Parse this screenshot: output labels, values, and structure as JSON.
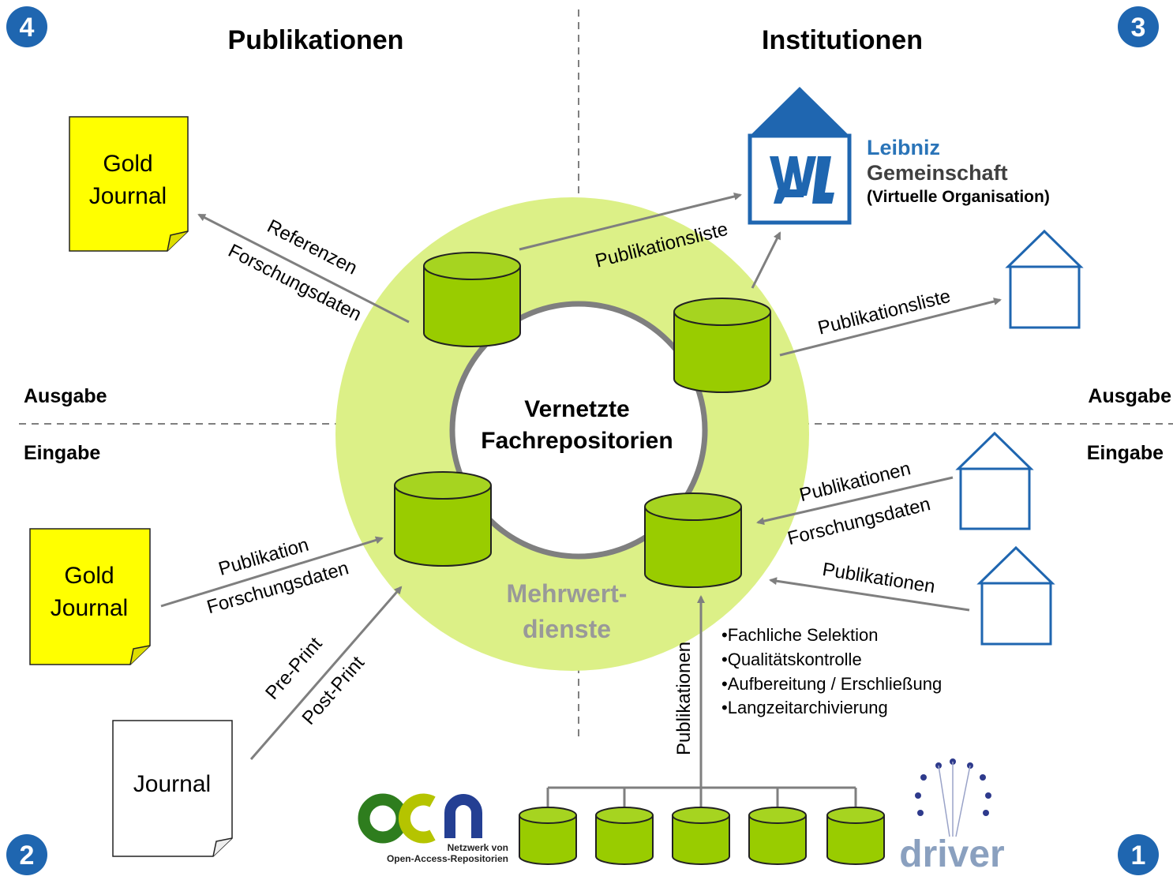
{
  "colors": {
    "ring": "#dcf087",
    "cylinder_fill": "#99cc00",
    "cylinder_top": "#a6d420",
    "cylinder_stroke": "#222222",
    "arrow": "#7f7f7f",
    "inner_ring": "#7f7f7f",
    "house": "#1f66b0",
    "badge": "#1f66b0",
    "gold": "#ffff00",
    "leibniz_blue": "#2a74b8",
    "leibniz_grey": "#404040",
    "center_label": "#999999"
  },
  "badges": {
    "top_left": "4",
    "top_right": "3",
    "bottom_left": "2",
    "bottom_right": "1"
  },
  "headings": {
    "left": "Publikationen",
    "right": "Institutionen"
  },
  "side_labels": {
    "ausgabe_left": "Ausgabe",
    "ausgabe_right": "Ausgabe",
    "eingabe_left": "Eingabe",
    "eingabe_right": "Eingabe"
  },
  "center": {
    "line1": "Vernetzte",
    "line2": "Fachrepositorien"
  },
  "mehrwert": {
    "line1": "Mehrwert-",
    "line2": "dienste"
  },
  "documents": {
    "gold_top": {
      "line1": "Gold",
      "line2": "Journal"
    },
    "gold_bottom": {
      "line1": "Gold",
      "line2": "Journal"
    },
    "journal": {
      "line1": "Journal"
    }
  },
  "leibniz": {
    "line1": "Leibniz",
    "line2": "Gemeinschaft",
    "line3": "(Virtuelle Organisation)"
  },
  "arrow_labels": {
    "referenzen": "Referenzen",
    "forschungsdaten_tl": "Forschungsdaten",
    "publikationsliste_top": "Publikationsliste",
    "publikationsliste_mid": "Publikationsliste",
    "publikationen_r1": "Publikationen",
    "forschungsdaten_r1": "Forschungsdaten",
    "publikationen_r2": "Publikationen",
    "publikation_l": "Publikation",
    "forschungsdaten_l": "Forschungsdaten",
    "preprint": "Pre-Print",
    "postprint": "Post-Print",
    "publikationen_vertical": "Publikationen"
  },
  "services": [
    "•Fachliche Selektion",
    "•Qualitätskontrolle",
    "•Aufbereitung / Erschließung",
    "•Langzeitarchivierung"
  ],
  "oan_logo": {
    "letters": "oan",
    "line1": "Netzwerk von",
    "line2": "Open-Access-Repositorien"
  },
  "driver_logo": {
    "word": "driver"
  }
}
